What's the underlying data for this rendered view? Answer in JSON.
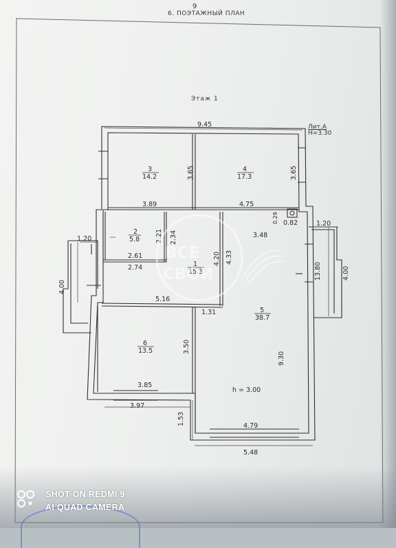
{
  "header": {
    "page_number": "9",
    "section_title": "6. ПОЭТАЖНЫЙ ПЛАН"
  },
  "plan": {
    "floor_label": "Этаж 1",
    "liter": "Лит.А",
    "height_note": "H=3.30",
    "ceiling_height": "h = 3.00",
    "rooms": [
      {
        "number": "1",
        "area": "15.3"
      },
      {
        "number": "2",
        "area": "5.8"
      },
      {
        "number": "3",
        "area": "14.2"
      },
      {
        "number": "4",
        "area": "17.3"
      },
      {
        "number": "5",
        "area": "38.7"
      },
      {
        "number": "6",
        "area": "13.5"
      }
    ],
    "dimensions": {
      "top_total": "9.45",
      "r3_width": "3.89",
      "r3_height": "3.65",
      "r4_width": "4.75",
      "r4_height": "3.65",
      "small_1": "0.29",
      "small_2": "0.82",
      "r5_top": "3.48",
      "r2_h1": "2.21",
      "r2_h2": "2.34",
      "r2_width": "2.61",
      "r1_top": "2.74",
      "r1_h1": "4.20",
      "r1_h2": "4.33",
      "r1_bottom": "5.16",
      "r5_step": "1.31",
      "r5_height": "9.30",
      "r5_right": "13.80",
      "r6_height": "3.50",
      "r6_width": "3.85",
      "bottom_left": "3.97",
      "step_h": "1.53",
      "r5_width": "4.79",
      "bottom_total": "5.48",
      "left_porch_w": "1.20",
      "left_porch_h": "4.00",
      "right_porch_w": "1.20",
      "right_porch_h": "4.00"
    }
  },
  "watermark": {
    "brand_line1": "ВСЕ",
    "brand_line2": "СВОИ"
  },
  "camera": {
    "line1": "SHOT ON REDMI 9",
    "line2": "AI QUAD CAMERA"
  },
  "colors": {
    "ink": "#2a2a2a",
    "paper": "#eef0ef",
    "watermark": "#ffffff",
    "stamp": "#3c6ed2"
  }
}
